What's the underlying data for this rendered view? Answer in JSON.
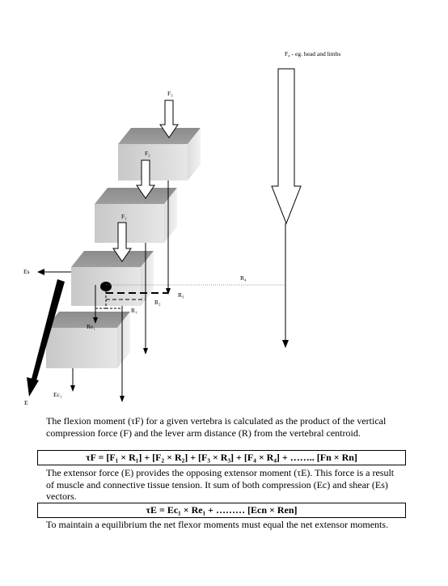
{
  "diagram": {
    "labels": {
      "f4": "F₄ - eg. head and limbs",
      "f3": "F₃",
      "f2": "F₂",
      "f1": "F₁",
      "es": "Es",
      "r4": "R₄",
      "r3": "R₃",
      "r2": "R₂",
      "r1": "R₁",
      "re1": "Re₁",
      "ec1": "Ec₁",
      "e": "E"
    }
  },
  "text": {
    "para1": "The flexion moment (τF) for a given vertebra is calculated as the product of the vertical compression force (F) and the lever arm distance (R) from the vertebral centroid.",
    "eq1": "τF = [F₁ × R₁] + [F₂ × R₂] + [F₃ × R₃] + [F₄ × R₄] + …….. [Fn × Rn]",
    "para2": "The extensor force (E) provides the opposing extensor moment (τE). This force is a result of muscle and connective tissue tension. It sum of both compression (Ec) and shear (Es) vectors.",
    "eq2": "τE = Ec₁ × Re₁ + ……… [Ecn × Ren]",
    "para3": "To maintain a equilibrium the net flexor moments must equal the net extensor moments."
  }
}
